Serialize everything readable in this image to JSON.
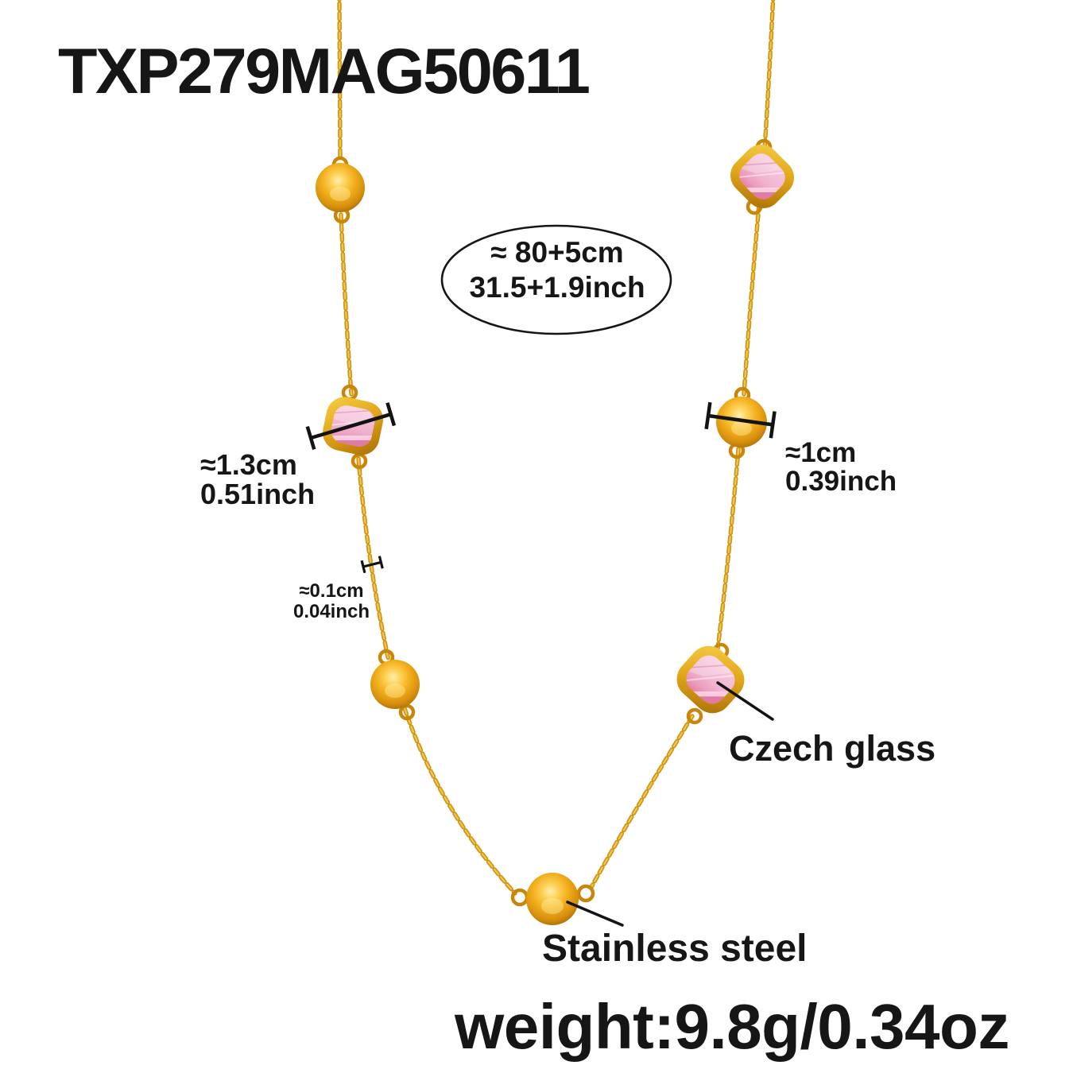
{
  "product": {
    "sku": "TXP279MAG50611",
    "weight_label": "weight:9.8g/0.34oz"
  },
  "annotations": {
    "chain_length": {
      "metric": "≈ 80+5cm",
      "imperial": "31.5+1.9inch"
    },
    "glass_bead_size": {
      "metric": "≈1.3cm",
      "imperial": "0.51inch"
    },
    "steel_ball_size": {
      "metric": "≈1cm",
      "imperial": "0.39inch"
    },
    "chain_width": {
      "metric": "≈0.1cm",
      "imperial": "0.04inch"
    },
    "glass_material_label": "Czech glass",
    "steel_material_label": "Stainless steel"
  },
  "colors": {
    "gold": "#CE9412",
    "gold_highlight": "#FFD45F",
    "gold_dark": "#8F5A05",
    "pink_glass": "#F1B3CF",
    "text": "#161616",
    "background": "#FFFFFF"
  }
}
